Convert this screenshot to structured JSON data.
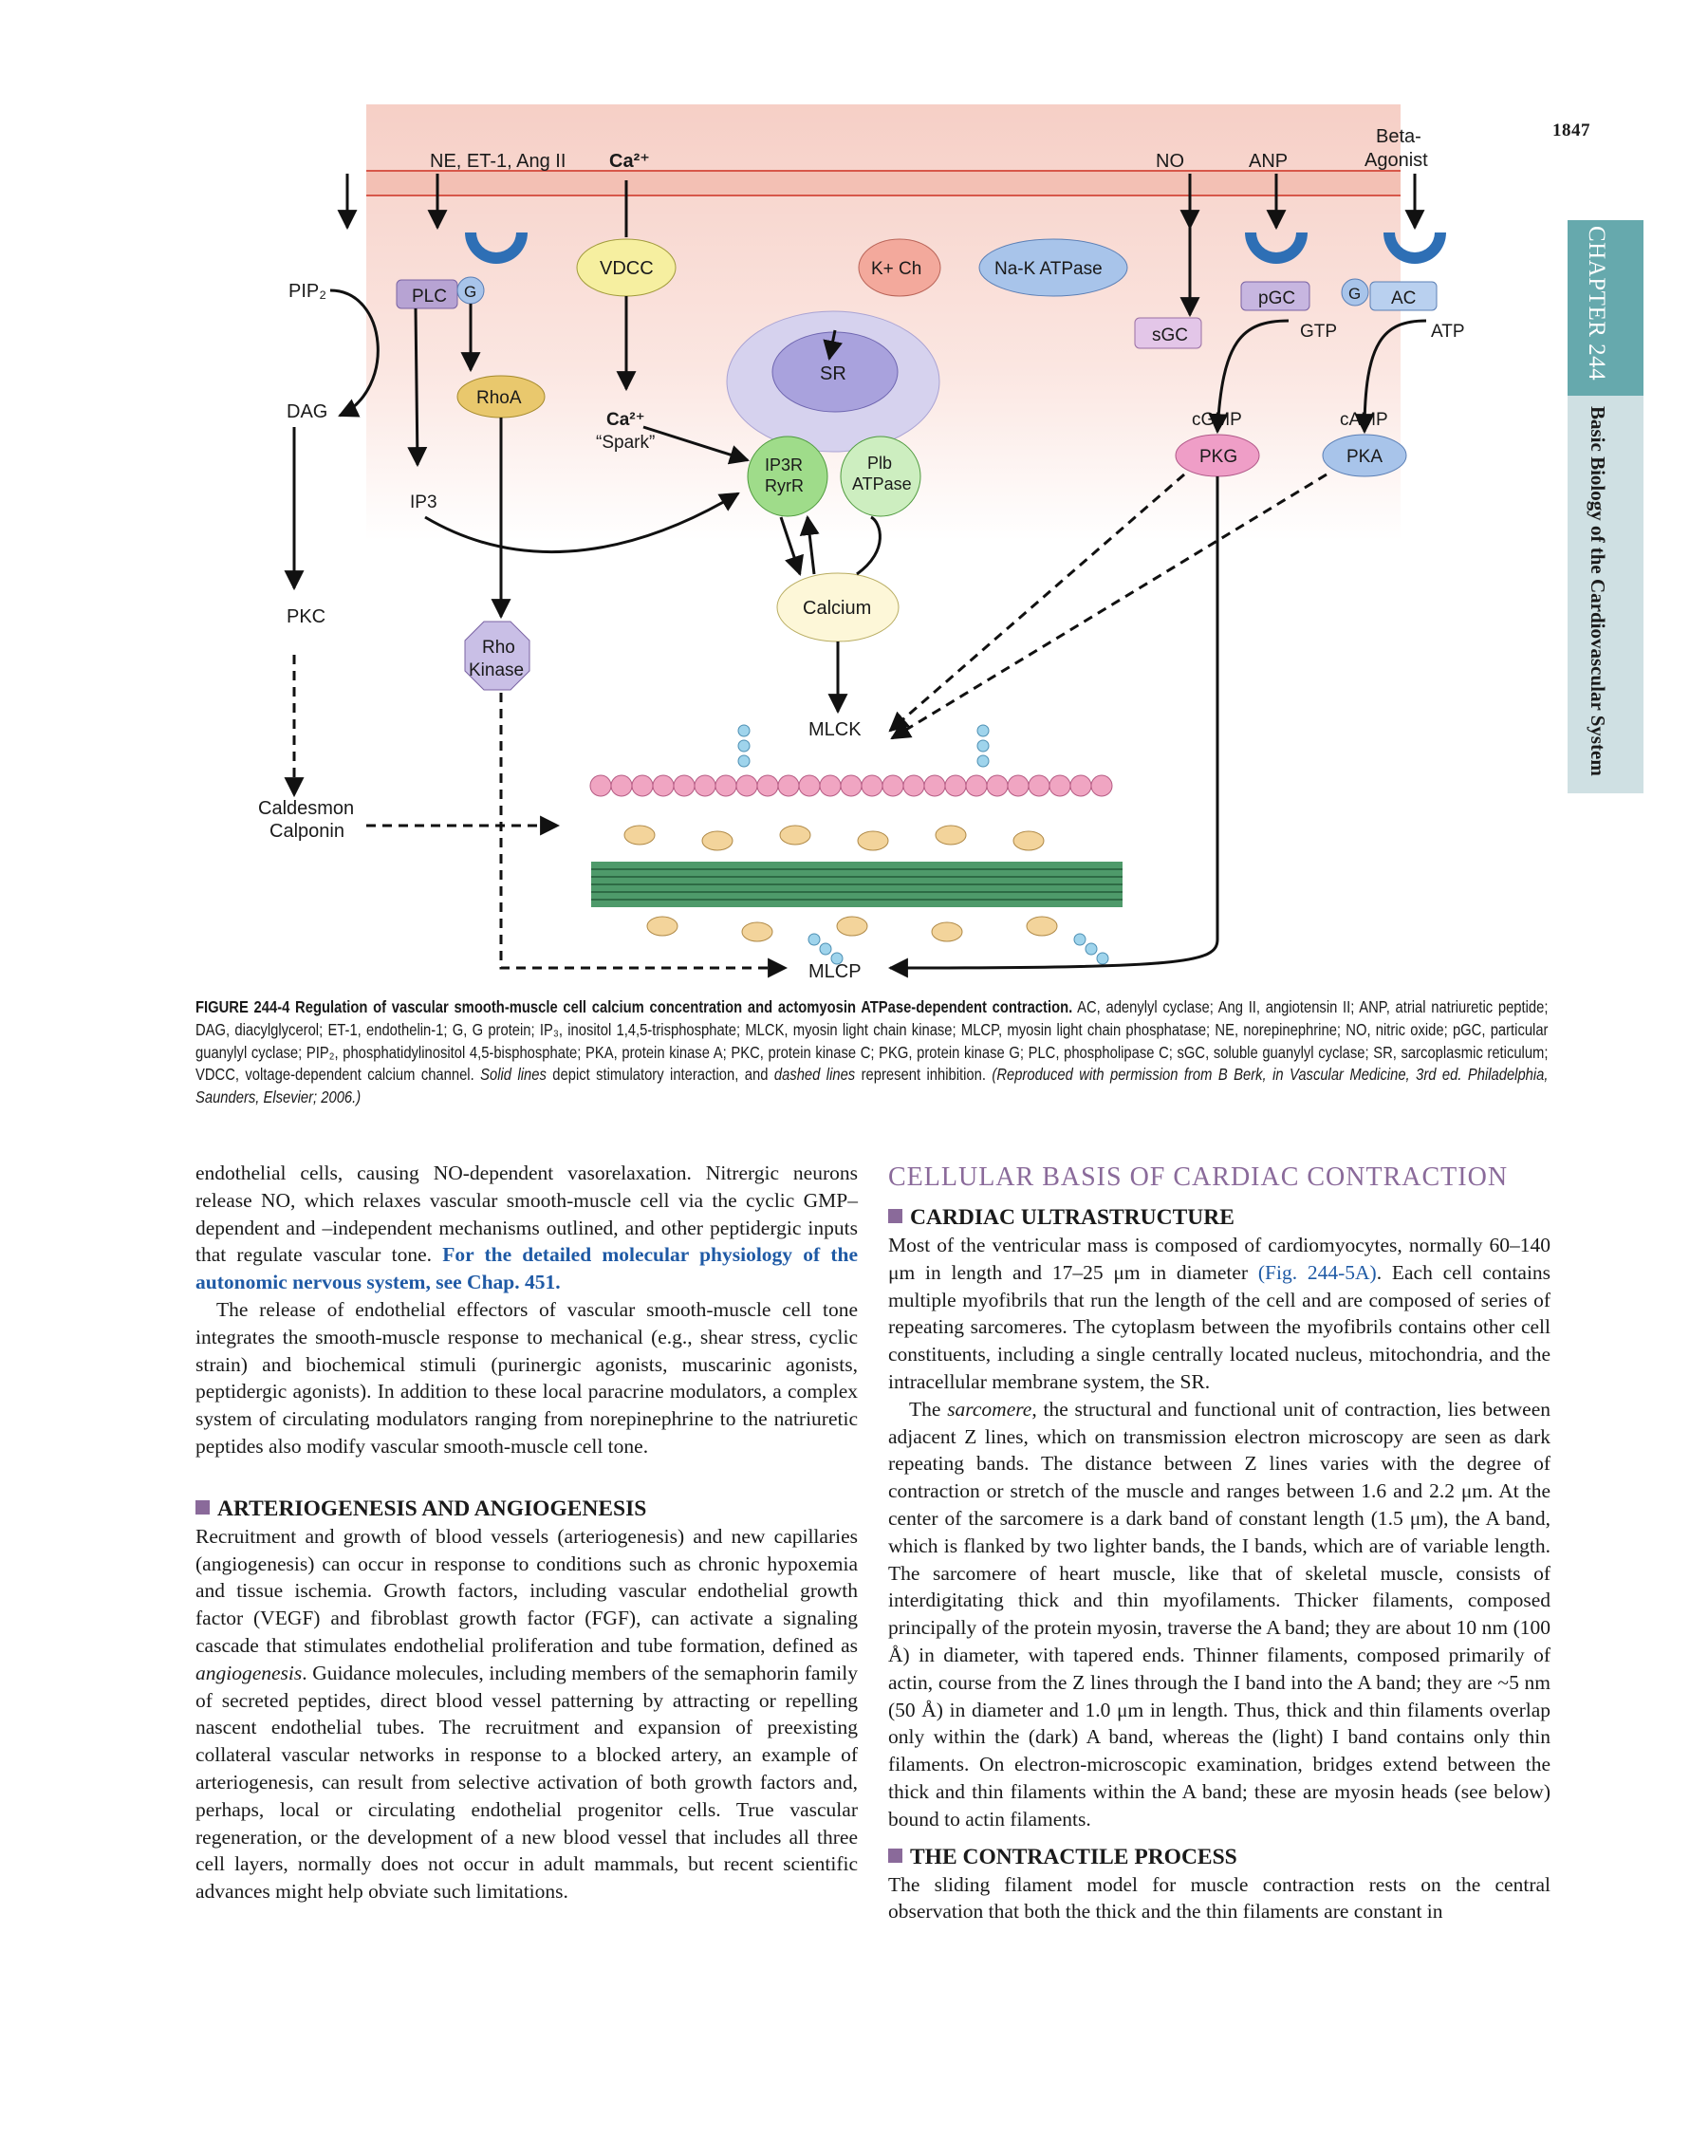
{
  "page": {
    "number": "1847"
  },
  "side_tab": {
    "chapter": "CHAPTER 244",
    "title": "Basic Biology of the Cardiovascular System"
  },
  "figure": {
    "labels": {
      "ne_et1_angii": "NE, ET-1, Ang II",
      "ca2_top": "Ca²⁺",
      "no": "NO",
      "anp": "ANP",
      "beta1": "Beta-",
      "beta2": "Agonist",
      "vdcc": "VDCC",
      "kch": "K+ Ch",
      "nak": "Na-K ATPase",
      "pip2": "PIP₂",
      "plc": "PLC",
      "g1": "G",
      "g2": "G",
      "pgc": "pGC",
      "ac": "AC",
      "sgc": "sGC",
      "gtp": "GTP",
      "atp": "ATP",
      "dag": "DAG",
      "rhoa": "RhoA",
      "ca2_spark1": "Ca²⁺",
      "ca2_spark2": "“Spark”",
      "sr": "SR",
      "ip3r1": "IP3R",
      "ip3r2": "RyrR",
      "plb1": "Plb",
      "plb2": "ATPase",
      "cgmp": "cGMP",
      "camp": "cAMP",
      "pkg": "PKG",
      "pka": "PKA",
      "ip3": "IP3",
      "pkc": "PKC",
      "calcium": "Calcium",
      "rho1": "Rho",
      "rho2": "Kinase",
      "mlck": "MLCK",
      "caldesmon1": "Caldesmon",
      "caldesmon2": "Calponin",
      "mlcp": "MLCP"
    }
  },
  "caption": {
    "label": "FIGURE 244-4",
    "title": "Regulation of vascular smooth-muscle cell calcium concentration and actomyosin ATPase-dependent contraction.",
    "text": "AC, adenylyl cyclase; Ang II, angiotensin II; ANP, atrial natriuretic peptide; DAG, diacylglycerol; ET-1, endothelin-1; G, G protein; IP₃, inositol 1,4,5-trisphosphate; MLCK, myosin light chain kinase; MLCP, myosin light chain phosphatase; NE, norepinephrine; NO, nitric oxide; pGC, particular guanylyl cyclase; PIP₂, phosphatidylinositol 4,5-bisphosphate; PKA, protein kinase A; PKC, protein kinase C; PKG, protein kinase G; PLC, phospholipase C; sGC, soluble guanylyl cyclase; SR, sarcoplasmic reticulum; VDCC, voltage-dependent calcium channel.",
    "solid": "Solid lines",
    "mid": "depict stimulatory interaction, and",
    "dashed": "dashed lines",
    "end": "represent inhibition.",
    "credit": "(Reproduced with permission from B Berk, in Vascular Medicine, 3rd ed. Philadelphia, Saunders, Elsevier; 2006.)"
  },
  "left_col": {
    "p1_text": "endothelial cells, causing NO-dependent vasorelaxation. Nitrergic neurons release NO, which relaxes vascular smooth-muscle cell via the cyclic GMP–dependent and –independent mechanisms outlined, and other peptidergic inputs that regulate vascular tone.",
    "p1_link": "For the detailed molecular physiology of the autonomic nervous system, see Chap. 451.",
    "p2": "The release of endothelial effectors of vascular smooth-muscle cell tone integrates the smooth-muscle response to mechanical (e.g., shear stress, cyclic strain) and biochemical stimuli (purinergic agonists, muscarinic agonists, peptidergic agonists). In addition to these local paracrine modulators, a complex system of circulating modulators ranging from norepinephrine to the natriuretic peptides also modify vascular smooth-muscle cell tone.",
    "heading": "ARTERIOGENESIS AND ANGIOGENESIS",
    "p3_a": "Recruitment and growth of blood vessels (arteriogenesis) and new capillaries (angiogenesis) can occur in response to conditions such as chronic hypoxemia and tissue ischemia. Growth factors, including vascular endothelial growth factor (VEGF) and fibroblast growth factor (FGF), can activate a signaling cascade that stimulates endothelial proliferation and tube formation, defined as",
    "p3_em": "angiogenesis",
    "p3_b": ". Guidance molecules, including members of the semaphorin family of secreted peptides, direct blood vessel patterning by attracting or repelling nascent endothelial tubes. The recruitment and expansion of preexisting collateral vascular networks in response to a blocked artery, an example of arteriogenesis, can result from selective activation of both growth factors and, perhaps, local or circulating endothelial progenitor cells. True vascular regeneration, or the development of a new blood vessel that includes all three cell layers, normally does not occur in adult mammals, but recent scientific advances might help obviate such limitations."
  },
  "right_col": {
    "section": "CELLULAR BASIS OF CARDIAC CONTRACTION",
    "heading1": "CARDIAC ULTRASTRUCTURE",
    "p1_a": "Most of the ventricular mass is composed of cardiomyocytes, normally 60–140 μm in length and 17–25 μm in diameter",
    "p1_ref": "(Fig. 244-5A)",
    "p1_b": ". Each cell contains multiple myofibrils that run the length of the cell and are composed of series of repeating sarcomeres. The cytoplasm between the myofibrils contains other cell constituents, including a single centrally located nucleus, mitochondria, and the intracellular membrane system, the SR.",
    "p2_a": "The",
    "p2_em": "sarcomere",
    "p2_b": ", the structural and functional unit of contraction, lies between adjacent Z lines, which on transmission electron microscopy are seen as dark repeating bands. The distance between Z lines varies with the degree of contraction or stretch of the muscle and ranges between 1.6 and 2.2 μm. At the center of the sarcomere is a dark band of constant length (1.5 μm), the A band, which is flanked by two lighter bands, the I bands, which are of variable length. The sarcomere of heart muscle, like that of skeletal muscle, consists of interdigitating thick and thin myofilaments. Thicker filaments, composed principally of the protein myosin, traverse the A band; they are about 10 nm (100 Å) in diameter, with tapered ends. Thinner filaments, composed primarily of actin, course from the Z lines through the I band into the A band; they are ~5 nm (50 Å) in diameter and 1.0 μm in length. Thus, thick and thin filaments overlap only within the (dark) A band, whereas the (light) I band contains only thin filaments. On electron-microscopic examination, bridges extend between the thick and thin filaments within the A band; these are myosin heads (see below) bound to actin filaments.",
    "heading2": "THE CONTRACTILE PROCESS",
    "p3": "The sliding filament model for muscle contraction rests on the central observation that both the thick and the thin filaments are constant in"
  },
  "colors": {
    "tab_dark": "#66a9ad",
    "tab_light": "#cfe0e3",
    "heading": "#8a6a9a",
    "link": "#1f5aa5",
    "membrane": "#f7d3c9"
  }
}
